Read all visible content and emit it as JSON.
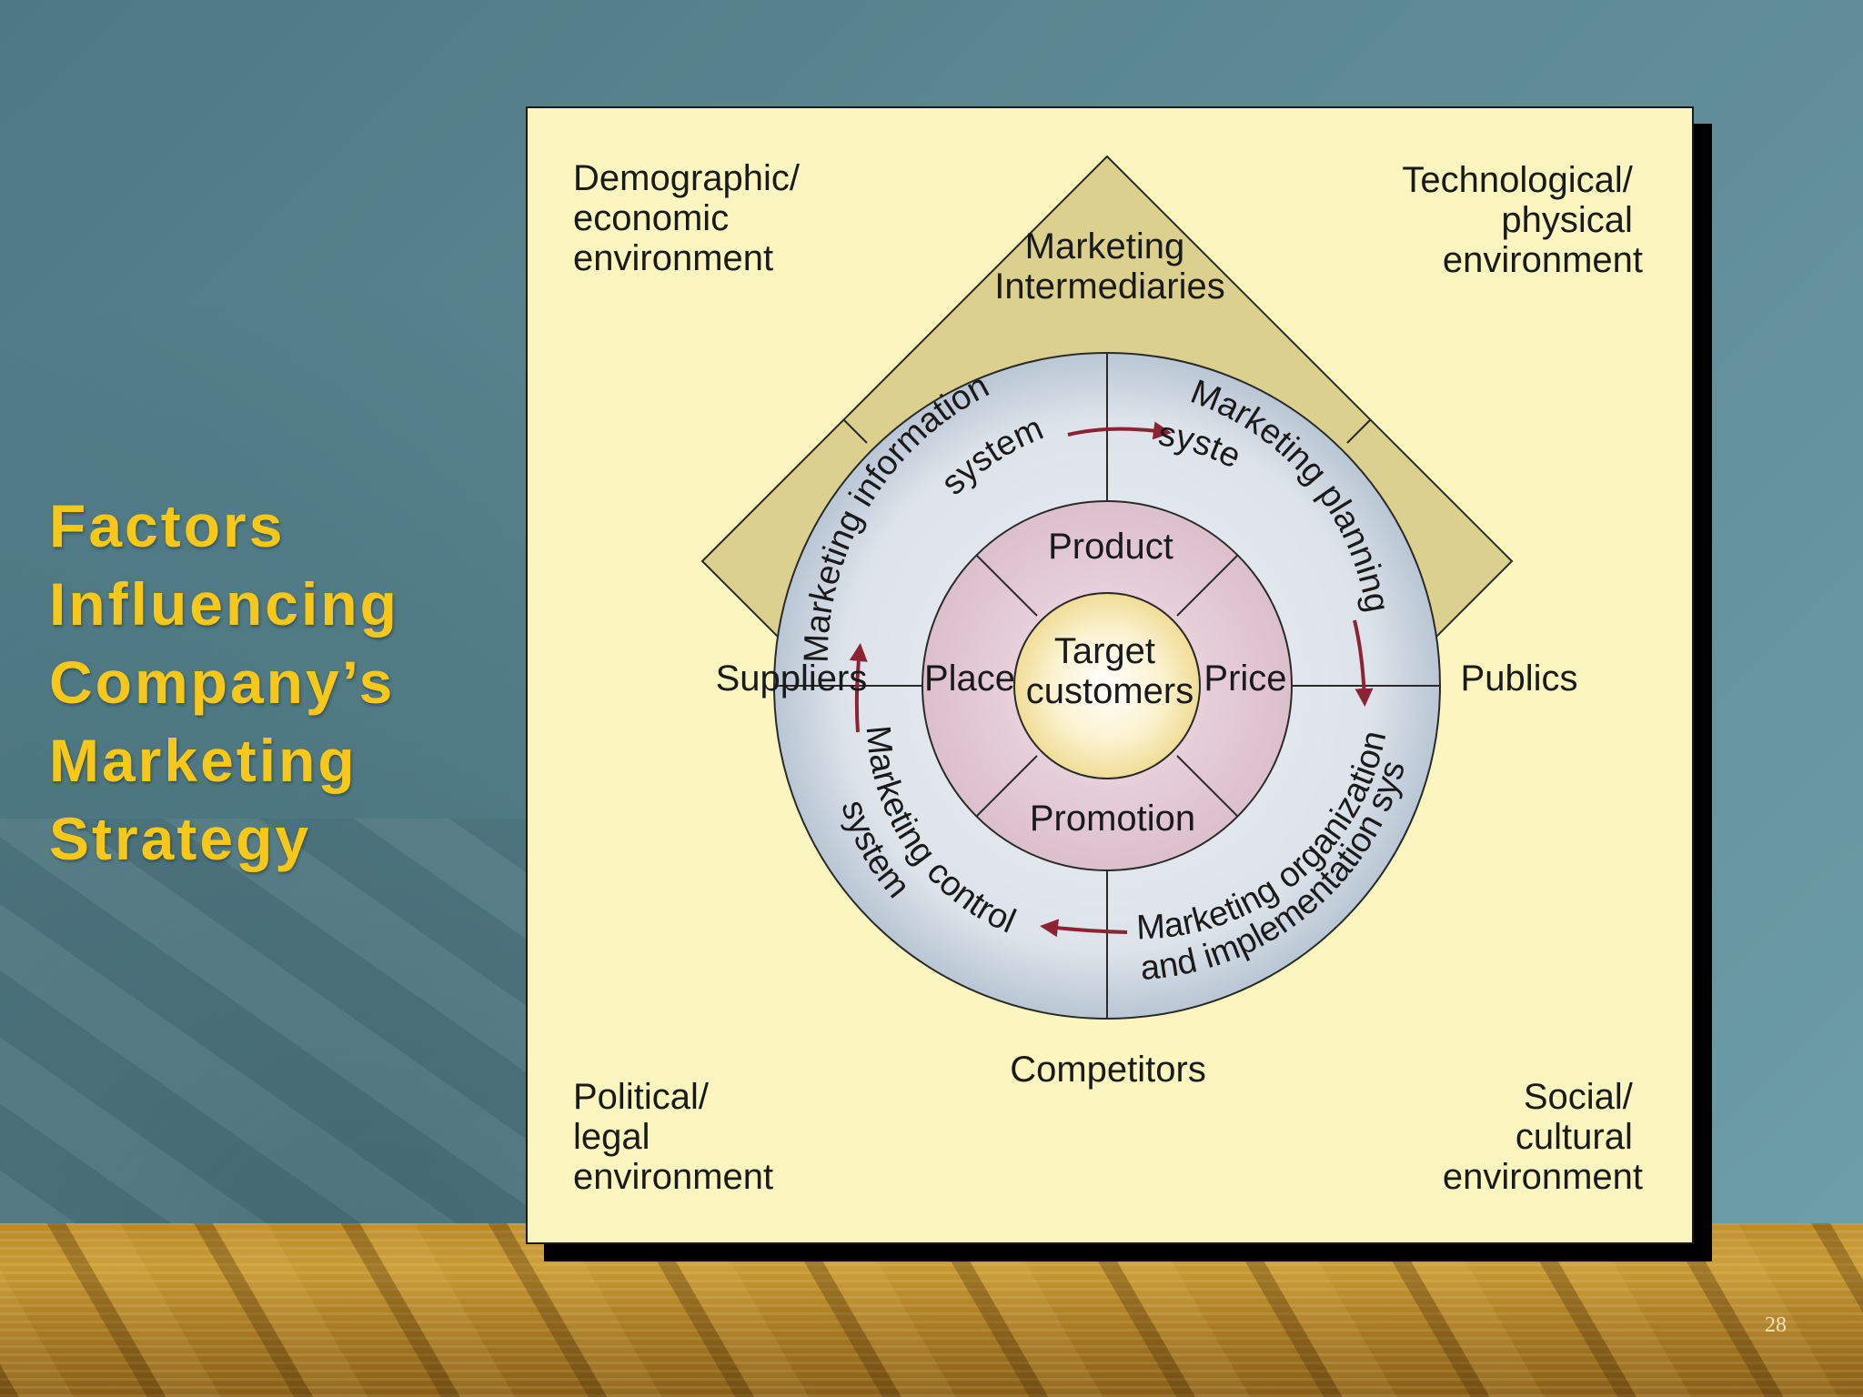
{
  "slide": {
    "title_lines": [
      "Factors",
      "Influencing",
      "Company’s",
      "Marketing",
      "Strategy"
    ],
    "page_number": "28"
  },
  "diagram": {
    "corners": {
      "top_left": [
        "Demographic/",
        "economic",
        "environment"
      ],
      "top_right": [
        "Technological/",
        "physical",
        "environment"
      ],
      "bottom_left": [
        "Political/",
        "legal",
        "environment"
      ],
      "bottom_right": [
        "Social/",
        "cultural",
        "environment"
      ]
    },
    "diamond": {
      "top": [
        "Marketing",
        "Intermediaries"
      ],
      "left": "Suppliers",
      "right": "Publics",
      "bottom": "Competitors"
    },
    "systems": {
      "top_left": [
        "Marketing information",
        "system"
      ],
      "top_right": [
        "Marketing planning",
        "system"
      ],
      "bottom_right": [
        "Marketing organization",
        "and implementation system"
      ],
      "bottom_left": [
        "Marketing control",
        "system"
      ]
    },
    "mix": {
      "top": "Product",
      "left": "Place",
      "right": "Price",
      "bottom": "Promotion"
    },
    "center": [
      "Target",
      "customers"
    ]
  }
}
